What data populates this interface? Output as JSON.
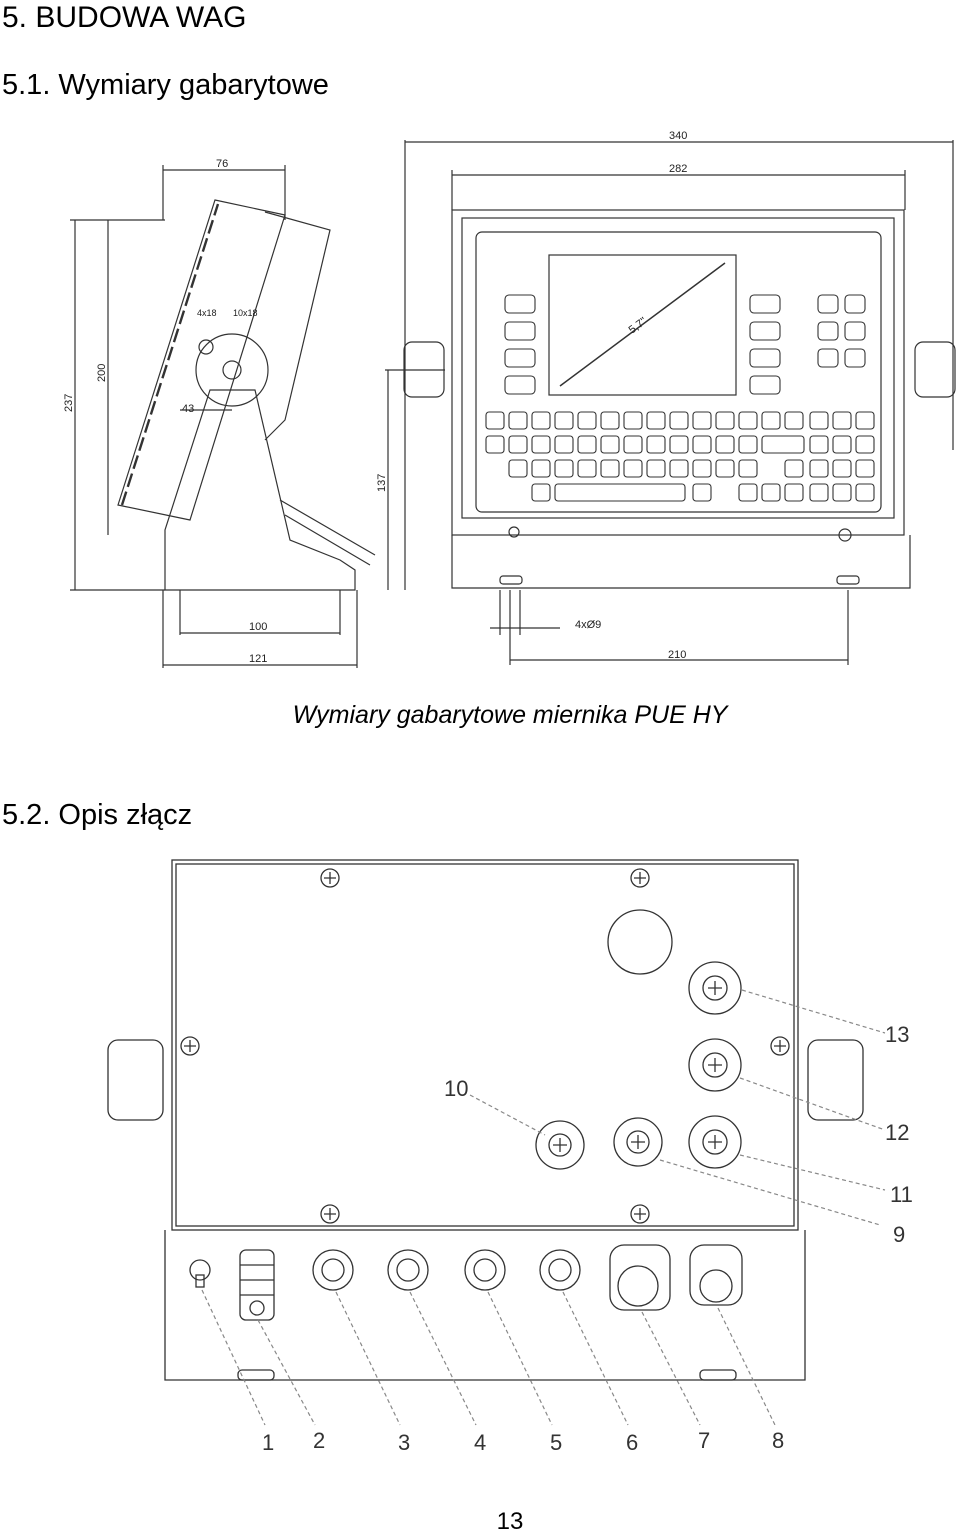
{
  "section": {
    "title": "5. BUDOWA WAG"
  },
  "subsection1": {
    "title": "5.1. Wymiary gabarytowe"
  },
  "drawing1": {
    "dimensions": {
      "d340": "340",
      "d282": "282",
      "d76": "76",
      "d237": "237",
      "d200": "200",
      "d137": "137",
      "d43": "43",
      "d100": "100",
      "d121": "121",
      "d210": "210",
      "holes": "4xØ9",
      "screw": "4x18",
      "screw2": "10x18",
      "diag": "5,7\""
    }
  },
  "caption": "Wymiary gabarytowe miernika PUE HY",
  "subsection2": {
    "title": "5.2. Opis złącz"
  },
  "drawing2": {
    "callouts": [
      "1",
      "2",
      "3",
      "4",
      "5",
      "6",
      "7",
      "8",
      "9",
      "10",
      "11",
      "12",
      "13"
    ]
  },
  "page_number": "13"
}
